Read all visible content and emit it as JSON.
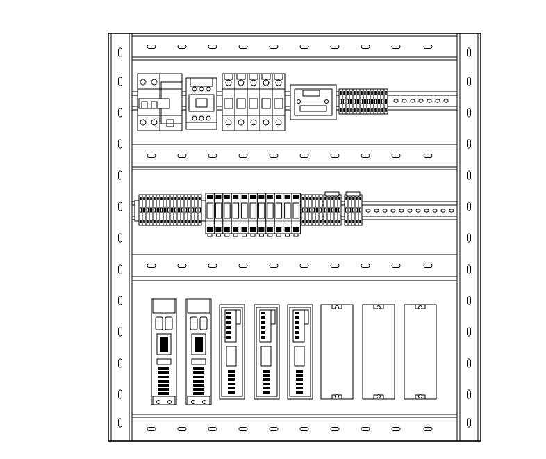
{
  "drawing": {
    "style": "line-drawing",
    "stroke_color": "#000000",
    "background_color": "#ffffff"
  },
  "components": {
    "rail1": [
      "breaker-2pole",
      "contactor",
      "breaker-1pole",
      "breaker-1pole",
      "breaker-1pole",
      "breaker-1pole",
      "breaker-1pole",
      "power-module",
      "terminal-block-group"
    ],
    "rail2": [
      "terminal-block-group",
      "relay-module-group",
      "terminal-block-group"
    ],
    "drives": [
      "servo-drive",
      "servo-drive",
      "stepper-drive",
      "stepper-drive",
      "stepper-drive",
      "blank-module",
      "blank-module",
      "blank-module"
    ]
  }
}
